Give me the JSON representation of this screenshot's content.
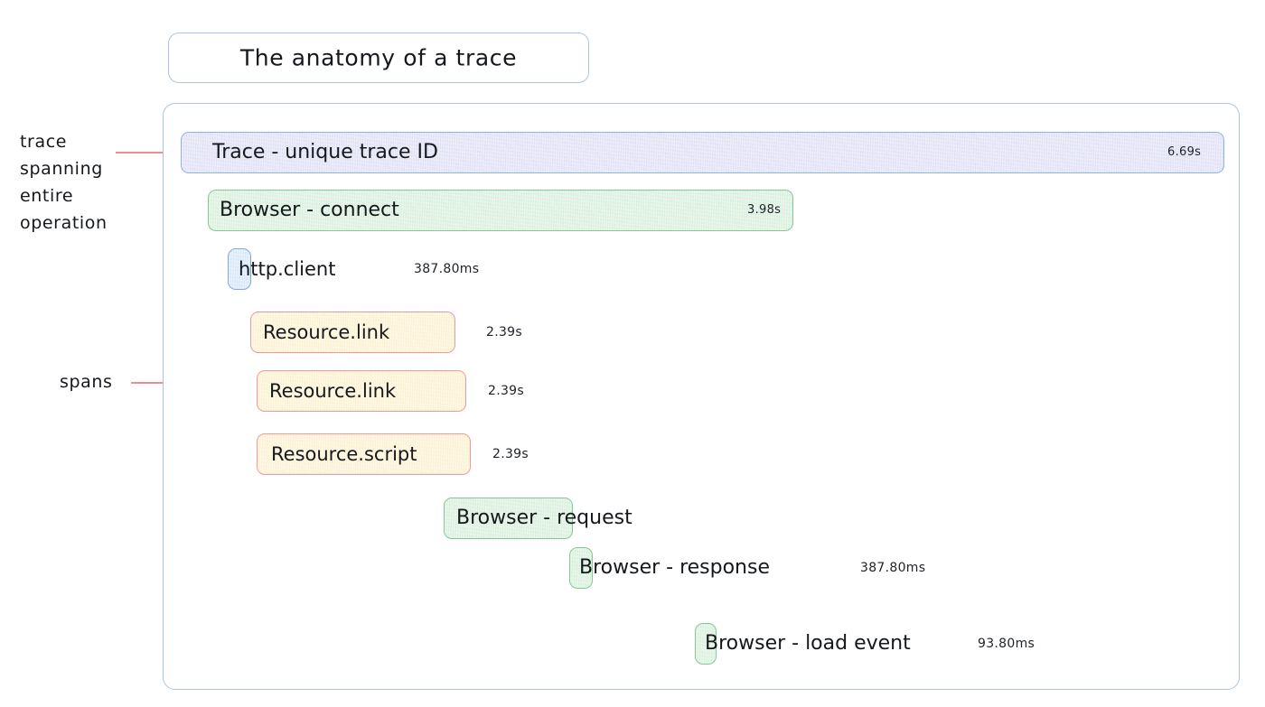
{
  "title": {
    "text": "The anatomy of a trace"
  },
  "annotations": [
    {
      "id": "trace-annotation",
      "text": "trace\nspanning\nentire\noperation"
    },
    {
      "id": "spans-annotation",
      "text": "spans"
    }
  ],
  "colors": {
    "frame_border": "#a9c6ea",
    "trace_fill": "#ddddf5",
    "trace_border": "#8fb3e0",
    "browser_fill": "#d5eed9",
    "browser_border": "#84c896",
    "http_fill": "#d4e4f7",
    "http_border": "#7fadda",
    "resource_fill": "#fcf0cd",
    "resource_border": "#ef9a9a",
    "annotation_line": "#f4706e"
  },
  "chart_data": {
    "type": "bar",
    "title": "The anatomy of a trace",
    "xlabel": "",
    "ylabel": "",
    "categories": [
      "Trace - unique trace ID",
      "Browser - connect",
      "http.client",
      "Resource.link",
      "Resource.link",
      "Resource.script",
      "Browser - request",
      "Browser - response",
      "Browser - load event"
    ],
    "values": [
      6.69,
      3.98,
      0.3878,
      2.39,
      2.39,
      2.39,
      null,
      0.3878,
      0.0938
    ],
    "units": [
      "s",
      "s",
      "ms",
      "s",
      "s",
      "s",
      "",
      "ms",
      "ms"
    ],
    "value_labels": [
      "6.69s",
      "3.98s",
      "387.80ms",
      "2.39s",
      "2.39s",
      "2.39s",
      "",
      "387.80ms",
      "93.80ms"
    ]
  },
  "waterfall": {
    "rows": [
      {
        "name": "trace-row",
        "label": "Trace - unique trace ID",
        "duration": "6.69s",
        "duration_inside": true,
        "color": "purple"
      },
      {
        "name": "browser-connect-row",
        "label": "Browser - connect",
        "duration": "3.98s",
        "duration_inside": true,
        "color": "green"
      },
      {
        "name": "http-client-row",
        "label": "http.client",
        "duration": "387.80ms",
        "duration_inside": false,
        "color": "blue"
      },
      {
        "name": "resource-link-row-1",
        "label": "Resource.link",
        "duration": "2.39s",
        "duration_inside": false,
        "color": "yellow"
      },
      {
        "name": "resource-link-row-2",
        "label": "Resource.link",
        "duration": "2.39s",
        "duration_inside": false,
        "color": "yellow"
      },
      {
        "name": "resource-script-row",
        "label": "Resource.script",
        "duration": "2.39s",
        "duration_inside": false,
        "color": "yellow"
      },
      {
        "name": "browser-request-row",
        "label": "Browser - request",
        "duration": "",
        "duration_inside": false,
        "color": "green"
      },
      {
        "name": "browser-response-row",
        "label": "Browser - response",
        "duration": "387.80ms",
        "duration_inside": false,
        "color": "green"
      },
      {
        "name": "browser-load-event-row",
        "label": "Browser - load event",
        "duration": "93.80ms",
        "duration_inside": false,
        "color": "green"
      }
    ]
  }
}
